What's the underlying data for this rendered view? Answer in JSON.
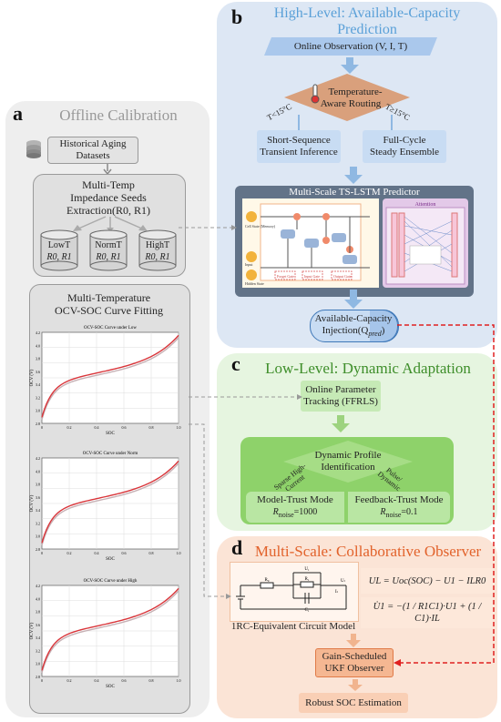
{
  "panel_a": {
    "letter": "a",
    "title": "Offline Calibration",
    "datasets": "Historical Aging Datasets",
    "seeds_line1": "Multi-Temp",
    "seeds_line2": "Impedance Seeds",
    "seeds_line3": "Extraction(R0, R1)",
    "cyl_low_name": "LowT",
    "cyl_norm_name": "NormT",
    "cyl_high_name": "HighT",
    "cyl_params": "R0, R1",
    "fitting_line1": "Multi-Temperature",
    "fitting_line2": "OCV-SOC Curve Fitting",
    "plots": [
      {
        "title": "OCV-SOC Curve under Low"
      },
      {
        "title": "OCV-SOC Curve under Norm"
      },
      {
        "title": "OCV-SOC Curve under High"
      }
    ],
    "plot_xlabel": "SOC",
    "plot_ylabel": "OCV (V)",
    "y_ticks": [
      "4.2",
      "4.0",
      "3.8",
      "3.6",
      "3.4",
      "3.2",
      "3.0",
      "2.8"
    ],
    "x_ticks": [
      "0",
      "0.2",
      "0.4",
      "0.6",
      "0.8",
      "1.0"
    ]
  },
  "panel_b": {
    "letter": "b",
    "title_line1": "High-Level: Available-Capacity",
    "title_line2": "Prediction",
    "observation": "Online Observation (V, I, T)",
    "routing_line1": "Temperature-",
    "routing_line2": "Aware Routing",
    "branch_left": "T<15°C",
    "branch_right": "T≥15°C",
    "short_seq_line1": "Short-Sequence",
    "short_seq_line2": "Transient Inference",
    "full_cycle_line1": "Full-Cycle",
    "full_cycle_line2": "Steady Ensemble",
    "lstm_title": "Multi-Scale TS-LSTM Predictor",
    "cell_state": "Cell State (Memory)",
    "input_label": "Input",
    "hidden_state": "Hidden State",
    "forget_gate": "Forget Gate",
    "input_gate": "Input Gate",
    "output_gate": "Output Gate",
    "attention": "Attention",
    "injection_line1": "Available-Capacity",
    "injection_line2": "Injection(Q",
    "injection_sub": "pred",
    "injection_end": ")"
  },
  "panel_c": {
    "letter": "c",
    "title": "Low-Level: Dynamic Adaptation",
    "ffrls_line1": "Online Parameter",
    "ffrls_line2": "Tracking (FFRLS)",
    "profile_line1": "Dynamic Profile",
    "profile_line2": "Identification",
    "branch_left": "Sparse High-Current",
    "branch_right": "Pulse/ Dynamic",
    "model_trust": "Model-Trust Mode",
    "model_noise": "=1000",
    "feedback_trust": "Feedback-Trust Mode",
    "feedback_noise": "=0.1",
    "noise_label": "R",
    "noise_sub": "noise"
  },
  "panel_d": {
    "letter": "d",
    "title": "Multi-Scale: Collaborative Observer",
    "circuit_label": "1RC-Equivalent Circuit Model",
    "eq1": "UL = Uoc(SOC) − U1 − ILR0",
    "eq2": "U̇1 = −(1 / R1C1)·U1 + (1 / C1)·IL",
    "ukf_line1": "Gain-Scheduled",
    "ukf_line2": "UKF Observer",
    "soc": "Robust SOC Estimation"
  },
  "colors": {
    "panel_a": "#eeeeee",
    "panel_b": "#dde7f4",
    "panel_c": "#e6f5e0",
    "panel_d": "#fbe4d6",
    "blue_title": "#5aa0d8",
    "green_title": "#3e8e2a",
    "orange_title": "#e2622b",
    "arrow_blue": "#8fb8e2",
    "arrow_green": "#9dd37f",
    "red_dash": "#e02020",
    "curve_red": "#d9353a"
  }
}
